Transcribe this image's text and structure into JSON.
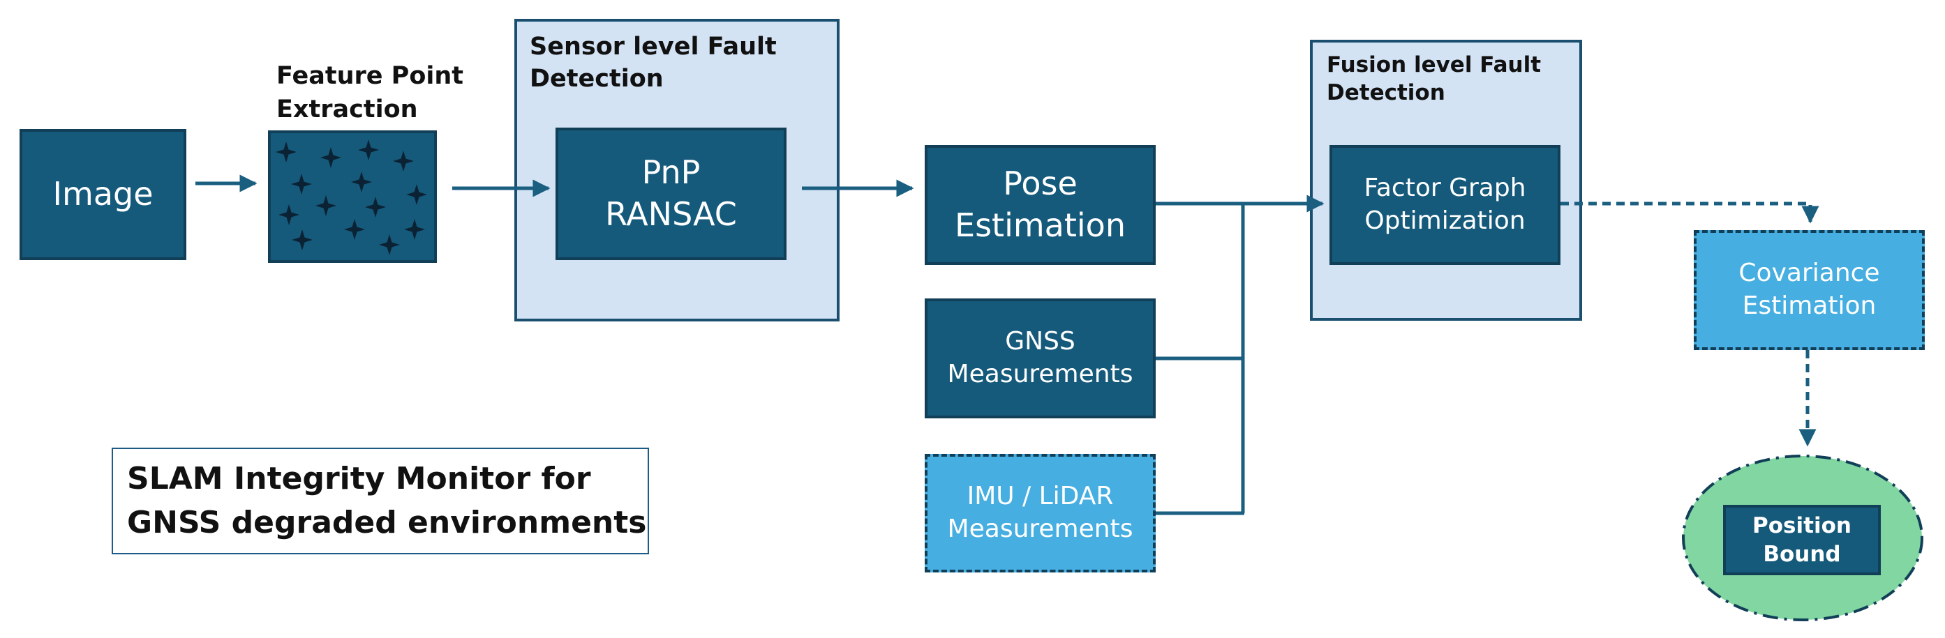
{
  "diagram": {
    "nodes": {
      "image": "Image",
      "feature_label": "Feature Point\nExtraction",
      "sensor_title": "Sensor level Fault\nDetection",
      "pnp": "PnP\nRANSAC",
      "pose": "Pose\nEstimation",
      "gnss": "GNSS\nMeasurements",
      "imu": "IMU / LiDAR\nMeasurements",
      "fusion_title": "Fusion level Fault\nDetection",
      "factor": "Factor Graph\nOptimization",
      "covariance": "Covariance\nEstimation",
      "position": "Position\nBound"
    },
    "caption": "SLAM Integrity Monitor for\nGNSS degraded environments"
  },
  "colors": {
    "dark_box": "#155a7b",
    "light_box": "#46aee0",
    "container": "#d3e3f4",
    "ellipse": "#82d6a2",
    "line": "#1a5e80"
  },
  "icons": {
    "feature_points": "four-point-star-icon"
  }
}
